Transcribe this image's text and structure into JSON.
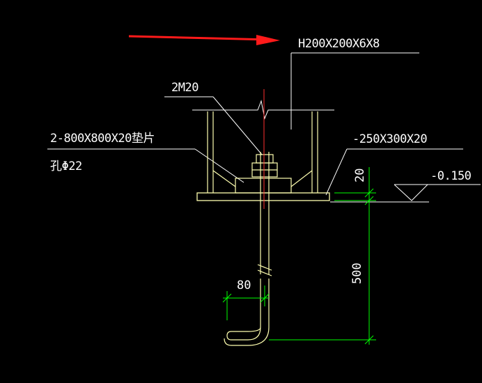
{
  "labels": {
    "section": "H200X200X6X8",
    "bolts": "2M20",
    "washer": "2-800X800X20垫片",
    "hole": "孔Φ22",
    "plate": "-250X300X20",
    "elevation": "-0.150"
  },
  "dimensions": {
    "plate_thickness": "20",
    "anchor_depth": "500",
    "hook_length": "80"
  },
  "colors": {
    "background": "#000000",
    "text": "#ffffff",
    "steel": "#ffffb0",
    "dimension": "#00ff00",
    "centerline": "#ff3030",
    "arrow": "#ff1a1a"
  }
}
